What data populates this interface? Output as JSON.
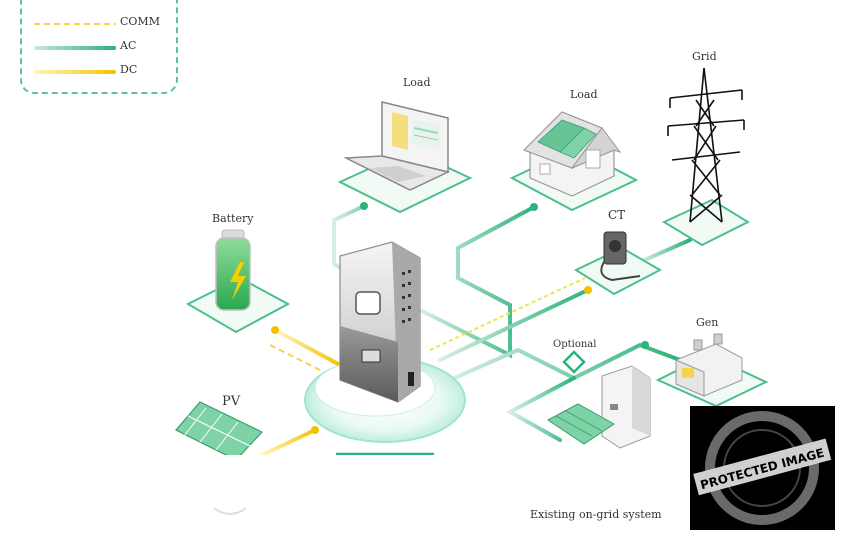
{
  "legend": {
    "items": [
      {
        "label": "COMM",
        "kind": "comm"
      },
      {
        "label": "AC",
        "kind": "ac"
      },
      {
        "label": "DC",
        "kind": "dc"
      }
    ]
  },
  "labels": {
    "load_laptop": "Load",
    "load_house": "Load",
    "grid": "Grid",
    "battery": "Battery",
    "ct": "CT",
    "gen": "Gen",
    "optional": "Optional",
    "pv": "PV",
    "existing": "Existing on-grid system"
  },
  "watermark": {
    "main_text": "PROTECTED IMAGE"
  },
  "colors": {
    "ac_green": "#2bb37a",
    "dc_yellow": "#f4c400",
    "comm_yellow": "#f4d44a",
    "platform_green": "#49c08b"
  }
}
